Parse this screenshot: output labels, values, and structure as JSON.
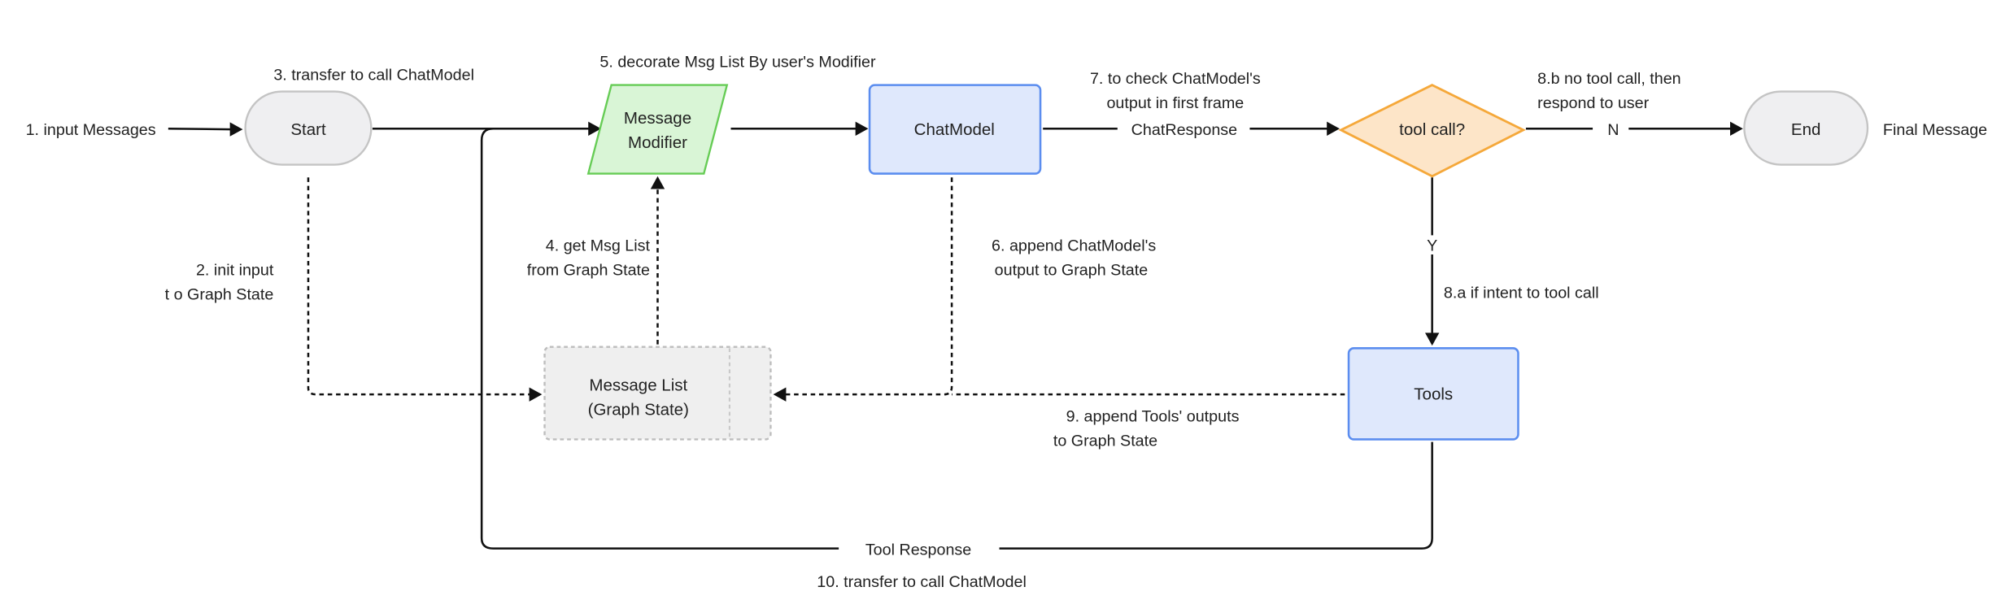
{
  "nodes": {
    "start": "Start",
    "modifier": [
      "Message",
      "Modifier"
    ],
    "chatmodel": "ChatModel",
    "decision": "tool call?",
    "end": "End",
    "tools": "Tools",
    "message_list": [
      "Message List",
      "(Graph State)"
    ]
  },
  "labels": {
    "input": "1. input Messages",
    "init": [
      "2. init input",
      "t o Graph State"
    ],
    "transfer": "3. transfer to call ChatModel",
    "get_list": [
      "4. get Msg List",
      "from Graph State"
    ],
    "decorate": "5. decorate Msg List By user's Modifier",
    "append_chat": [
      "6. append ChatModel's",
      "output to Graph State"
    ],
    "check": [
      "7. to check ChatModel's",
      "output in first frame"
    ],
    "chat_response": "ChatResponse",
    "yes_path": "8.a if intent to tool  call",
    "no_path": [
      "8.b no tool call, then",
      "respond to user"
    ],
    "append_tools": [
      "9. append Tools' outputs",
      "to Graph State"
    ],
    "transfer_back": "10. transfer to  call ChatModel",
    "tool_response": "Tool Response",
    "yes": "Y",
    "no": "N",
    "final": "Final Message"
  },
  "colors": {
    "terminal_fill": "#efeff1",
    "terminal_border": "#c4c4c4",
    "modifier_fill": "#d9f5d6",
    "modifier_border": "#66cc55",
    "process_fill": "#dfe8fc",
    "process_border": "#5b8def",
    "decision_fill": "#fde5c8",
    "decision_border": "#f5a83a",
    "state_fill": "#efefef",
    "state_border": "#bdbdbd"
  }
}
